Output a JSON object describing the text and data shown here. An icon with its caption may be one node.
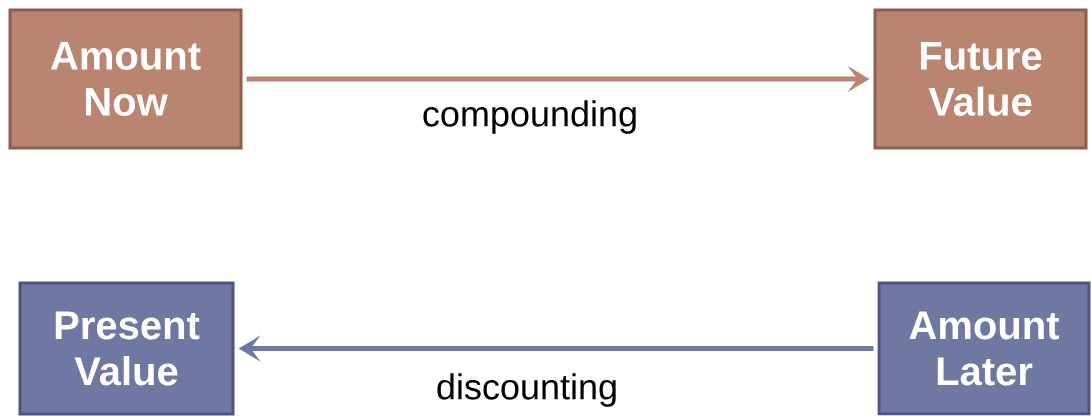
{
  "diagram": {
    "nodes": [
      {
        "text": [
          "Amount Now"
        ]
      },
      {
        "text": [
          "Future Value"
        ]
      },
      {
        "text": [
          "Present Value"
        ]
      },
      {
        "text": [
          "Amount Later"
        ]
      }
    ],
    "edges": [
      {
        "from": 0,
        "to": 1,
        "arrow": "to",
        "label": "compounding",
        "color": "#b98571"
      },
      {
        "from": 3,
        "to": 2,
        "arrow": "to",
        "label": "discounting",
        "color": "#6f78a3"
      }
    ]
  }
}
